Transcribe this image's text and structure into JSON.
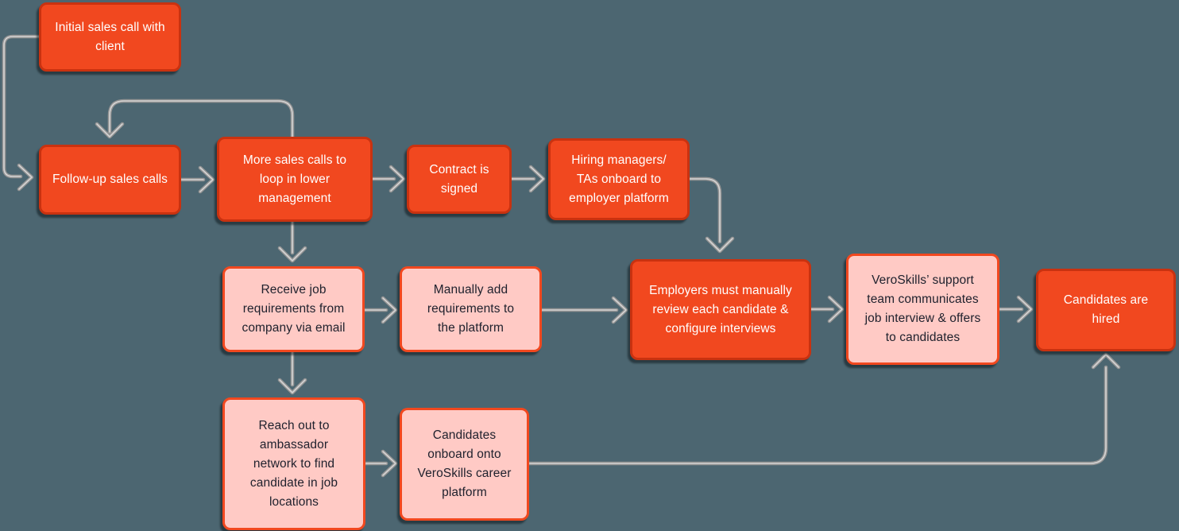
{
  "diagram": {
    "background_color": "#4C6671",
    "arrow_color": "#9B9B9B",
    "node_styles": {
      "solid": {
        "fill": "#F1481F",
        "border": "#C93210",
        "text": "#FFFFFF"
      },
      "light": {
        "fill": "#FFCAC5",
        "border": "#F1481F",
        "text": "#20222E"
      }
    },
    "nodes": {
      "initial": {
        "label": "Initial sales call with\nclient",
        "style": "solid"
      },
      "followup": {
        "label": "Follow-up sales calls",
        "style": "solid"
      },
      "more_sales": {
        "label": "More sales calls to\nloop in lower\nmanagement",
        "style": "solid"
      },
      "contract": {
        "label": "Contract is\nsigned",
        "style": "solid"
      },
      "hiring": {
        "label": "Hiring managers/\nTAs onboard to\nemployer platform",
        "style": "solid"
      },
      "receive": {
        "label": "Receive job\nrequirements from\ncompany via email",
        "style": "light"
      },
      "manually": {
        "label": "Manually add\nrequirements to\nthe platform",
        "style": "light"
      },
      "employers": {
        "label": "Employers must manually\nreview each candidate &\nconfigure interviews",
        "style": "solid"
      },
      "veroskills": {
        "label": "VeroSkills’ support\nteam communicates\njob interview & offers\nto candidates",
        "style": "light"
      },
      "hired": {
        "label": "Candidates are\nhired",
        "style": "solid"
      },
      "reach": {
        "label": "Reach out to\nambassador\nnetwork to find\ncandidate in job\nlocations",
        "style": "light"
      },
      "onboard": {
        "label": "Candidates\nonboard onto\nVeroSkills career\nplatform",
        "style": "light"
      }
    },
    "edges": [
      {
        "from": "initial",
        "to": "followup"
      },
      {
        "from": "more_sales",
        "to": "followup"
      },
      {
        "from": "followup",
        "to": "more_sales"
      },
      {
        "from": "more_sales",
        "to": "contract"
      },
      {
        "from": "contract",
        "to": "hiring"
      },
      {
        "from": "hiring",
        "to": "employers"
      },
      {
        "from": "more_sales",
        "to": "receive"
      },
      {
        "from": "receive",
        "to": "manually"
      },
      {
        "from": "manually",
        "to": "employers"
      },
      {
        "from": "employers",
        "to": "veroskills"
      },
      {
        "from": "veroskills",
        "to": "hired"
      },
      {
        "from": "receive",
        "to": "reach"
      },
      {
        "from": "reach",
        "to": "onboard"
      },
      {
        "from": "onboard",
        "to": "hired"
      }
    ]
  }
}
